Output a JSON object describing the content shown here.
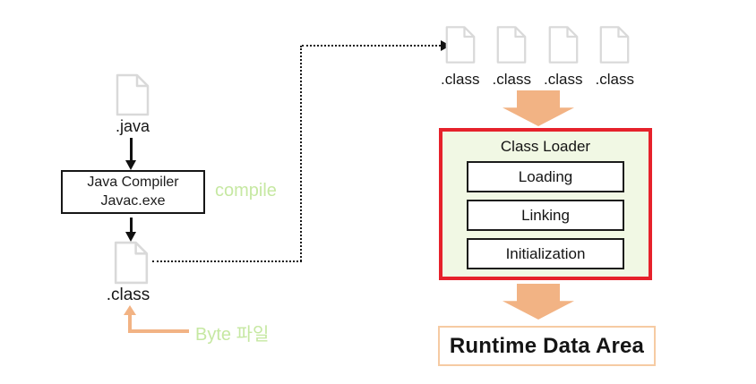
{
  "colors": {
    "accent_orange": "#f2b384",
    "light_green_text": "#c6e8a2",
    "red_border": "#e6212b",
    "loader_bg": "#f1f8e4",
    "runtime_border": "#f6cba3",
    "icon_stroke": "#d9d9d9"
  },
  "left_flow": {
    "java_file_label": ".java",
    "compiler_line1": "Java Compiler",
    "compiler_line2": "Javac.exe",
    "compile_label": "compile",
    "class_file_label": ".class",
    "byte_label": "Byte 파일"
  },
  "right_flow": {
    "class_files": [
      {
        "label": ".class"
      },
      {
        "label": ".class"
      },
      {
        "label": ".class"
      },
      {
        "label": ".class"
      }
    ],
    "class_loader_title": "Class Loader",
    "stages": [
      {
        "label": "Loading"
      },
      {
        "label": "Linking"
      },
      {
        "label": "Initialization"
      }
    ],
    "runtime_label": "Runtime Data Area"
  }
}
